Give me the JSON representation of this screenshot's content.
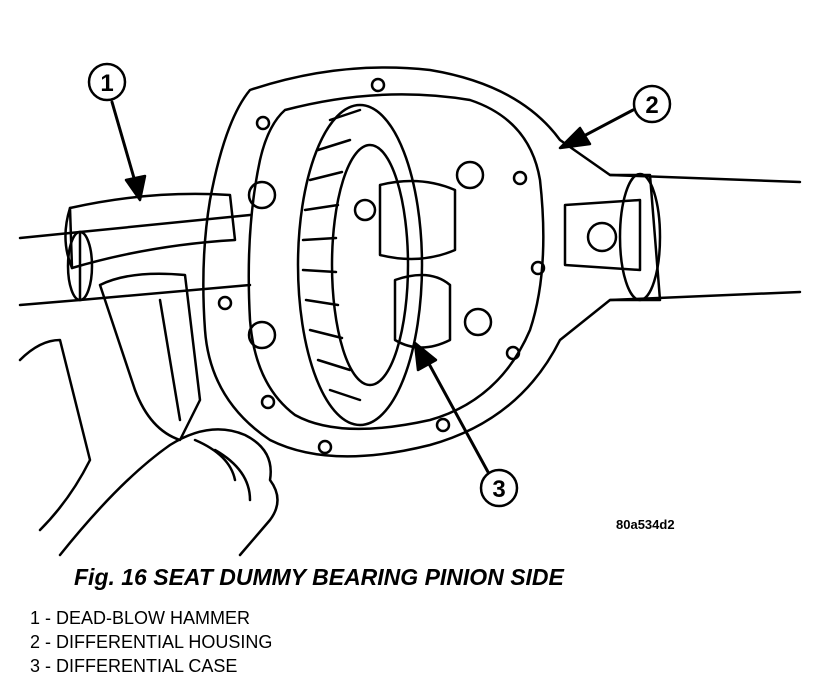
{
  "figure": {
    "title": "Fig. 16 SEAT DUMMY BEARING PINION SIDE",
    "reference_code": "80a534d2"
  },
  "callouts": [
    {
      "number": "1",
      "label": "DEAD-BLOW HAMMER"
    },
    {
      "number": "2",
      "label": "DIFFERENTIAL HOUSING"
    },
    {
      "number": "3",
      "label": "DIFFERENTIAL CASE"
    }
  ],
  "legend": [
    "1 - DEAD-BLOW HAMMER",
    "2 - DIFFERENTIAL HOUSING",
    "3 - DIFFERENTIAL CASE"
  ]
}
